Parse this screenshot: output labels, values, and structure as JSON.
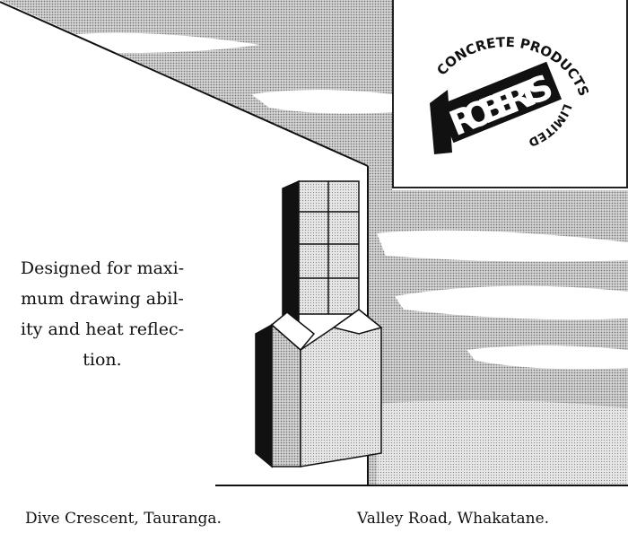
{
  "logo": {
    "brand": "ROBERTS",
    "arc_top": "CONCRETE PRODUCTS",
    "arc_bottom": "LIMITED"
  },
  "tagline": {
    "lines": [
      "Designed for maxi-",
      "mum drawing abil-",
      "ity and heat reflec-",
      "tion."
    ]
  },
  "captions": {
    "left": "Dive Crescent, Tauranga.",
    "right": "Valley Road, Whakatane."
  },
  "colors": {
    "ink": "#111111",
    "sky": "#b8b8b8",
    "paper": "#ffffff"
  }
}
